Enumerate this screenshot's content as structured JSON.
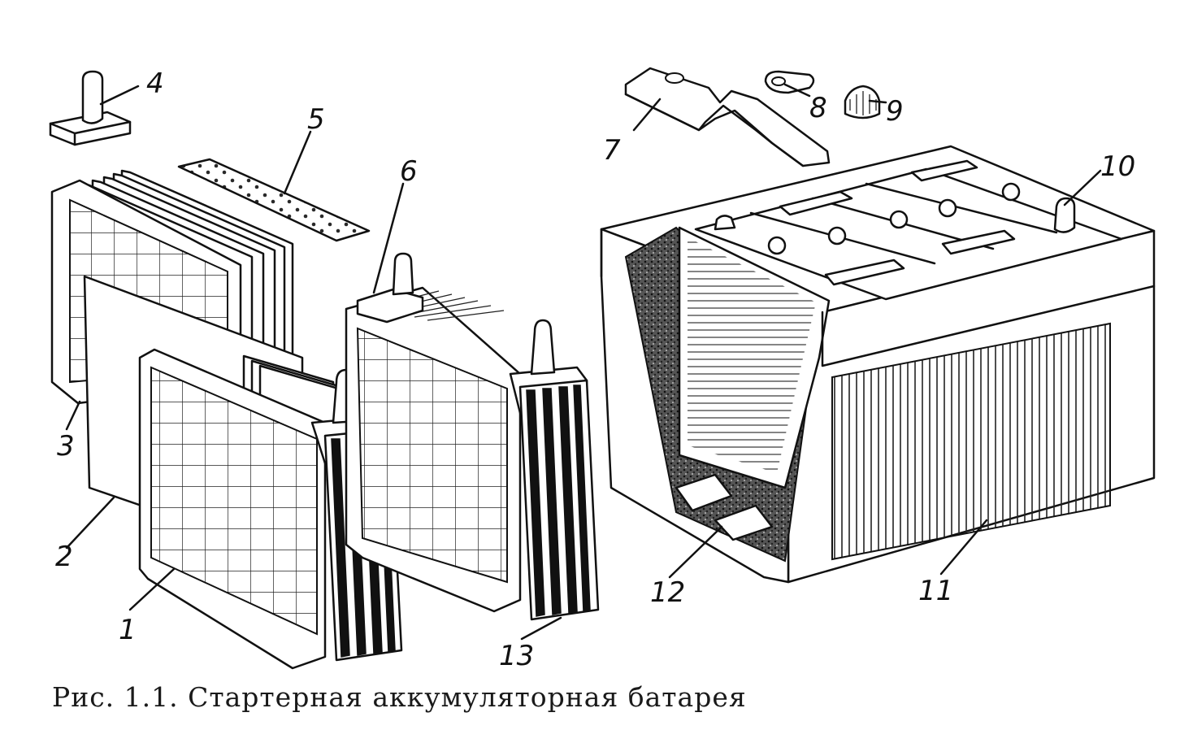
{
  "figure": {
    "caption": "Рис. 1.1. Стартерная аккумуляторная батарея",
    "callouts": [
      "1",
      "2",
      "3",
      "4",
      "5",
      "6",
      "7",
      "8",
      "9",
      "10",
      "11",
      "12",
      "13"
    ]
  }
}
